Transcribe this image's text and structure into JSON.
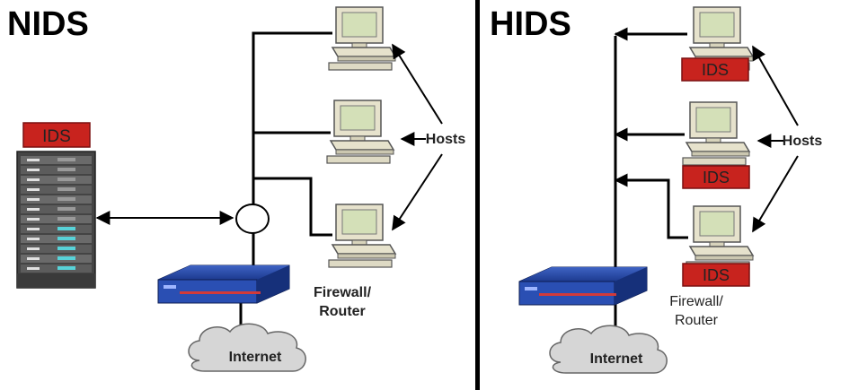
{
  "left": {
    "title": "NIDS",
    "ids_label": "IDS",
    "hosts_label": "Hosts",
    "firewall_label_line1": "Firewall/",
    "firewall_label_line2": "Router",
    "internet_label": "Internet"
  },
  "right": {
    "title": "HIDS",
    "ids_labels": [
      "IDS",
      "IDS",
      "IDS"
    ],
    "hosts_label": "Hosts",
    "firewall_label_line1": "Firewall/",
    "firewall_label_line2": "Router",
    "internet_label": "Internet"
  },
  "colors": {
    "ids_red": "#c8231e",
    "router_blue": "#1f3f9a",
    "computer_beige": "#e6e2cc",
    "cloud_gray": "#d6d6d6"
  }
}
